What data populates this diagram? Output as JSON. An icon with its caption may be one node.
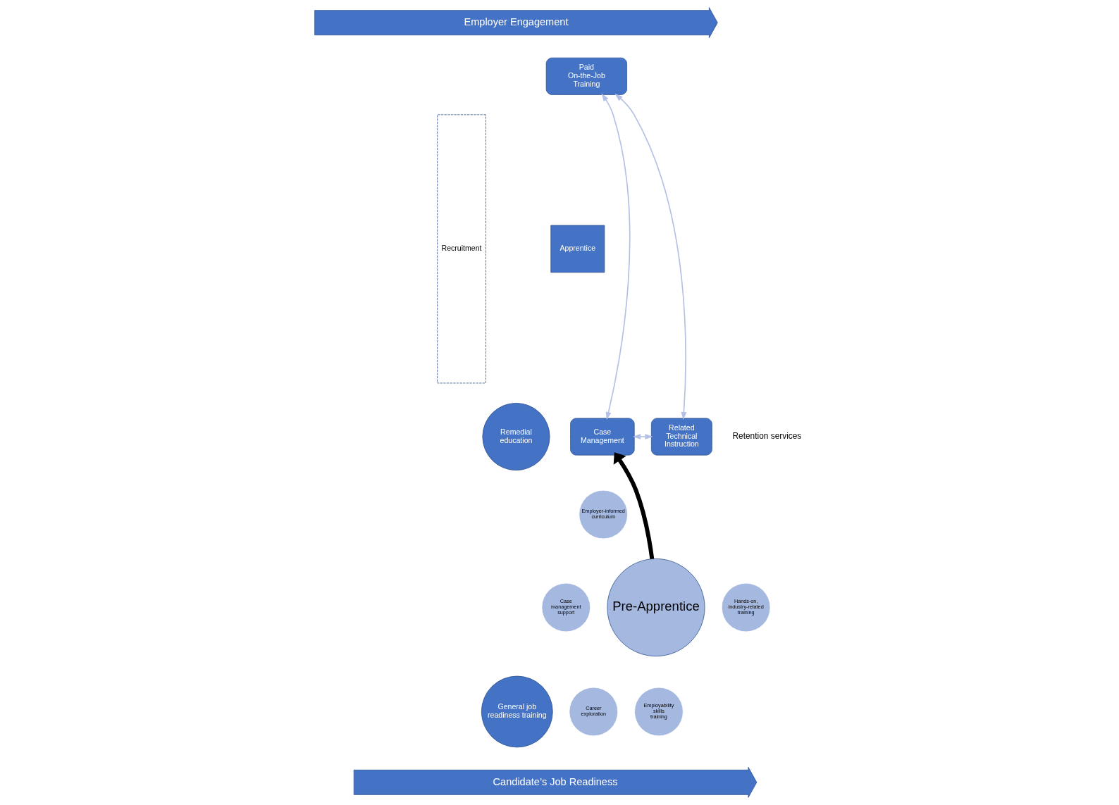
{
  "diagram": {
    "nodes": [
      {
        "text": [
          "Employer Engagement"
        ]
      },
      {
        "text": [
          "Recruitment"
        ]
      },
      {
        "text": [
          "Remedial education"
        ]
      },
      {
        "text": [
          "General job readiness training"
        ]
      },
      {
        "text": [
          "Paid On-the-Job Training"
        ]
      },
      {
        "text": [
          "Apprentice"
        ]
      },
      {
        "text": [
          "Case Management"
        ]
      },
      {
        "text": [
          "Related Technical Instruction"
        ]
      },
      {
        "text": [
          "Pre-Apprentice"
        ]
      },
      {
        "text": [
          "Employer-informed curriculum"
        ]
      },
      {
        "text": [
          "Case management support"
        ]
      },
      {
        "text": [
          "Hands-on, industry-related training"
        ]
      },
      {
        "text": [
          "Career exploration"
        ]
      },
      {
        "text": [
          "Employability skills training"
        ]
      },
      {
        "text": [
          "Candidate’s Job Readiness"
        ]
      }
    ],
    "edges": [
      {
        "from": 4,
        "to": 6,
        "arrow": "both"
      },
      {
        "from": 4,
        "to": 7,
        "arrow": "both"
      },
      {
        "from": 6,
        "to": 7,
        "arrow": "both"
      },
      {
        "from": 8,
        "to": 6,
        "arrow": "to",
        "style": "thick",
        "color": "#000000"
      }
    ],
    "labels": [
      "Retention services"
    ]
  }
}
